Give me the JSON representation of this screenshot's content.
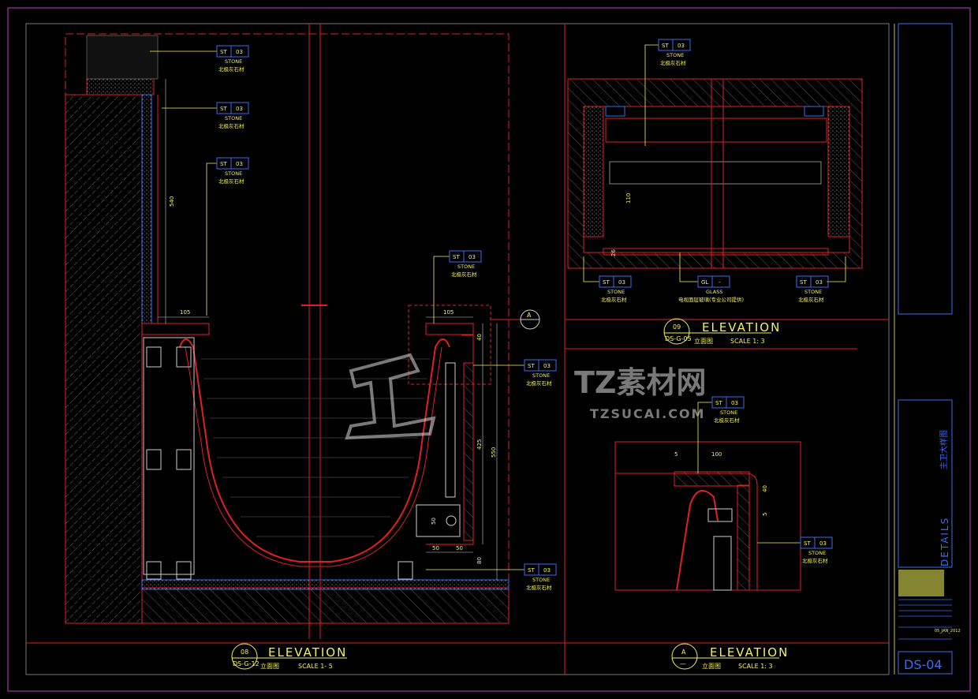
{
  "tags": [
    {
      "code": "ST",
      "num": "03",
      "en": "STONE",
      "cn": "北极灰石材"
    },
    {
      "code": "ST",
      "num": "03",
      "en": "STONE",
      "cn": "北极灰石材"
    },
    {
      "code": "ST",
      "num": "03",
      "en": "STONE",
      "cn": "北极灰石材"
    },
    {
      "code": "ST",
      "num": "03",
      "en": "STONE",
      "cn": "北极灰石材"
    },
    {
      "code": "ST",
      "num": "03",
      "en": "STONE",
      "cn": "北极灰石材"
    },
    {
      "code": "ST",
      "num": "03",
      "en": "STONE",
      "cn": "北极灰石材"
    },
    {
      "code": "ST",
      "num": "03",
      "en": "STONE",
      "cn": "北极灰石材"
    },
    {
      "code": "ST",
      "num": "03",
      "en": "STONE",
      "cn": "北极灰石材"
    },
    {
      "code": "GL",
      "num": "-",
      "en": "GLASS",
      "cn": "电视面层玻璃(专业公司提供)"
    },
    {
      "code": "ST",
      "num": "03",
      "en": "STONE",
      "cn": "北极灰石材"
    },
    {
      "code": "ST",
      "num": "03",
      "en": "STONE",
      "cn": "北极灰石材"
    },
    {
      "code": "ST",
      "num": "03",
      "en": "STONE",
      "cn": "北极灰石材"
    }
  ],
  "dims": [
    "540",
    "105",
    "105",
    "40",
    "425",
    "550",
    "50",
    "50",
    "50",
    "80",
    "110",
    "26",
    "5",
    "100",
    "40",
    "5"
  ],
  "titles": [
    {
      "num": "08",
      "ref": "DS-G-12",
      "label": "ELEVATION",
      "cn": "立面图",
      "scale": "SCALE  1- 5"
    },
    {
      "num": "09",
      "ref": "DS-G-05",
      "label": "ELEVATION",
      "cn": "立面图",
      "scale": "SCALE  1: 3"
    },
    {
      "num": "A",
      "ref": "—",
      "label": "ELEVATION",
      "cn": "立面图",
      "scale": "SCALE  1: 3"
    }
  ],
  "section_marker": "A",
  "title_block": {
    "drawing_name_cn": "主卫大样图",
    "drawing_name_en": "DETAILS",
    "date": "05_JAN_2012",
    "sheet_no": "DS-04"
  },
  "watermark": {
    "brand": "TZ素材网",
    "url": "TZSUCAI.COM"
  },
  "colors": {
    "red": "#e02020",
    "yellow": "#f2f25a",
    "blue": "#3a6cf0",
    "magenta": "#c040c0"
  }
}
